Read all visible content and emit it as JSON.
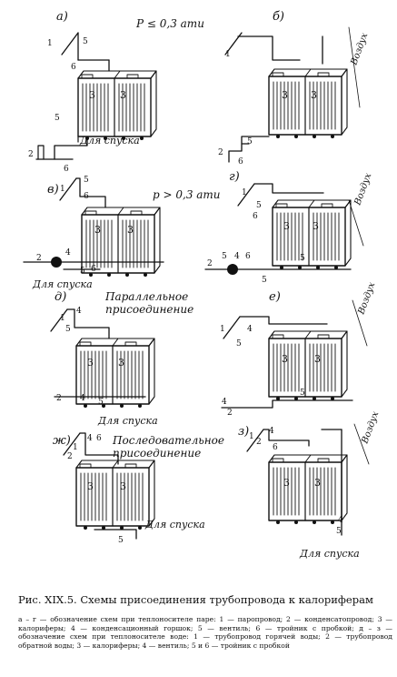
{
  "figure": {
    "panels": [
      {
        "id": "a",
        "letter": "а)",
        "note": "P ≤ 0,3 ати",
        "drain": "Для спуска",
        "air": ""
      },
      {
        "id": "b",
        "letter": "б)",
        "note": "",
        "drain": "",
        "air": "Воздух"
      },
      {
        "id": "v",
        "letter": "в)",
        "note": "p > 0,3 ати",
        "drain": "Для спуска",
        "air": ""
      },
      {
        "id": "g",
        "letter": "г)",
        "note": "",
        "drain": "",
        "air": "Воздух"
      },
      {
        "id": "d",
        "letter": "д)",
        "note": "Параллельное присоединение",
        "drain": "Для спуска",
        "air": ""
      },
      {
        "id": "e",
        "letter": "е)",
        "note": "",
        "drain": "",
        "air": "Воздух"
      },
      {
        "id": "zh",
        "letter": "ж)",
        "note": "Последовательное присоединение",
        "drain": "Для спуска",
        "air": ""
      },
      {
        "id": "z",
        "letter": "з)",
        "note": "",
        "drain": "Для спуска",
        "air": "Воздух"
      }
    ],
    "numbers": {
      "n1": "1",
      "n2": "2",
      "n3": "3",
      "n4": "4",
      "n5": "5",
      "n6": "6"
    }
  },
  "caption": {
    "title": "Рис. XIX.5. Схемы присоединения трубопровода к калориферам",
    "body": "а – г — обозначение схем при теплоносителе паре: 1 — паропровод; 2 — конденсатопровод; 3 — калориферы; 4 — конденсационный горшок; 5 — вентиль; 6 — тройник с пробкой; д – з — обозначение схем при теплоносителе воде: 1 — трубопровод горячей воды; 2 — трубопровод обратной воды; 3 — калориферы; 4 — вентиль; 5 и 6 — тройник с пробкой"
  }
}
